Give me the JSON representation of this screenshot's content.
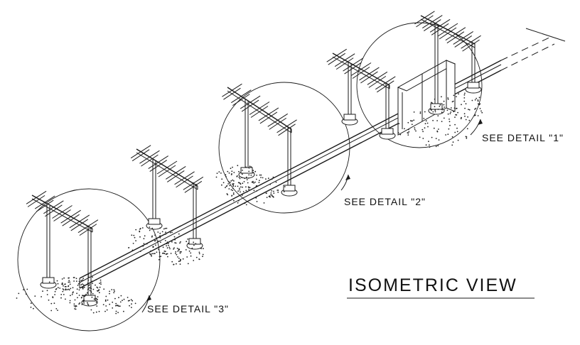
{
  "title": "ISOMETRIC VIEW",
  "details": [
    {
      "id": "detail-1",
      "label": "SEE DETAIL \"1\""
    },
    {
      "id": "detail-2",
      "label": "SEE DETAIL \"2\""
    },
    {
      "id": "detail-3",
      "label": "SEE DETAIL \"3\""
    }
  ],
  "colors": {
    "ink": "#1a1a1a",
    "paper": "#ffffff"
  }
}
